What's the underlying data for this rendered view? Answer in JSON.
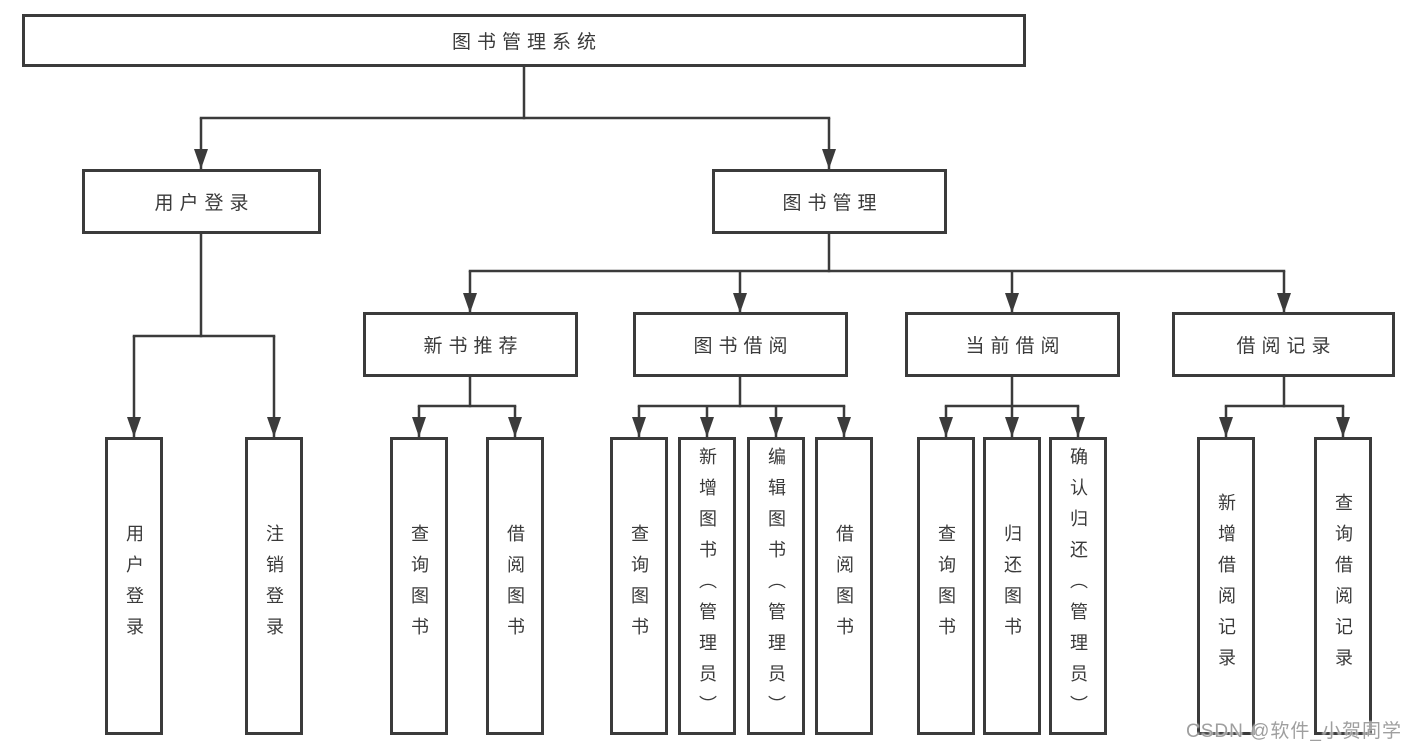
{
  "diagram": {
    "type": "hierarchy-tree",
    "nodes": {
      "root": "图书管理系统",
      "user_login": "用户登录",
      "book_management": "图书管理",
      "new_book_recommend": "新书推荐",
      "book_borrow": "图书借阅",
      "current_borrow": "当前借阅",
      "borrow_record": "借阅记录",
      "login": "用户登录",
      "logout": "注销登录",
      "nbr_query_book": "查询图书",
      "nbr_borrow_book": "借阅图书",
      "bb_query_book": "查询图书",
      "bb_add_book": "新增图书（管理员）",
      "bb_edit_book": "编辑图书（管理员）",
      "bb_borrow_book": "借阅图书",
      "cb_query_book": "查询图书",
      "cb_return_book": "归还图书",
      "cb_confirm_return": "确认归还（管理员）",
      "br_add_record": "新增借阅记录",
      "br_query_record": "查询借阅记录"
    },
    "edges": [
      [
        "图书管理系统",
        "用户登录"
      ],
      [
        "图书管理系统",
        "图书管理"
      ],
      [
        "用户登录",
        "用户登录"
      ],
      [
        "用户登录",
        "注销登录"
      ],
      [
        "图书管理",
        "新书推荐"
      ],
      [
        "图书管理",
        "图书借阅"
      ],
      [
        "图书管理",
        "当前借阅"
      ],
      [
        "图书管理",
        "借阅记录"
      ],
      [
        "新书推荐",
        "查询图书"
      ],
      [
        "新书推荐",
        "借阅图书"
      ],
      [
        "图书借阅",
        "查询图书"
      ],
      [
        "图书借阅",
        "新增图书（管理员）"
      ],
      [
        "图书借阅",
        "编辑图书（管理员）"
      ],
      [
        "图书借阅",
        "借阅图书"
      ],
      [
        "当前借阅",
        "查询图书"
      ],
      [
        "当前借阅",
        "归还图书"
      ],
      [
        "当前借阅",
        "确认归还（管理员）"
      ],
      [
        "借阅记录",
        "新增借阅记录"
      ],
      [
        "借阅记录",
        "查询借阅记录"
      ]
    ],
    "colors": {
      "line": "#3b3b3b",
      "border": "#3b3b3b",
      "text": "#3a3a3a",
      "background": "#ffffff",
      "watermark": "#9a9a9a"
    }
  },
  "watermark": "CSDN @软件_小贺同学"
}
